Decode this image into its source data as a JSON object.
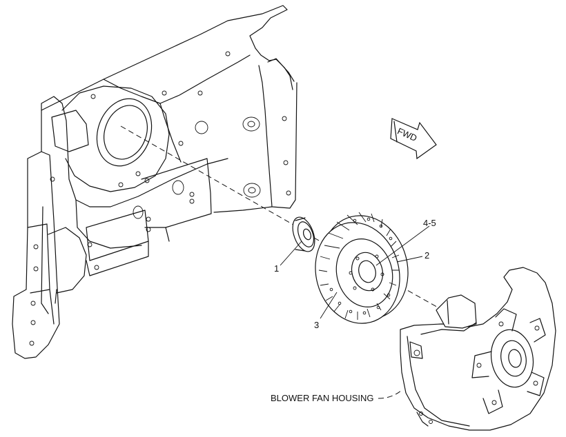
{
  "labels": {
    "part_1": "1",
    "part_2": "2",
    "part_3": "3",
    "part_4_5": "4-5",
    "blower_fan_housing": "BLOWER FAN HOUSING",
    "fwd": "FWD"
  },
  "icons": {
    "direction_arrow": "fwd-arrow-icon"
  }
}
